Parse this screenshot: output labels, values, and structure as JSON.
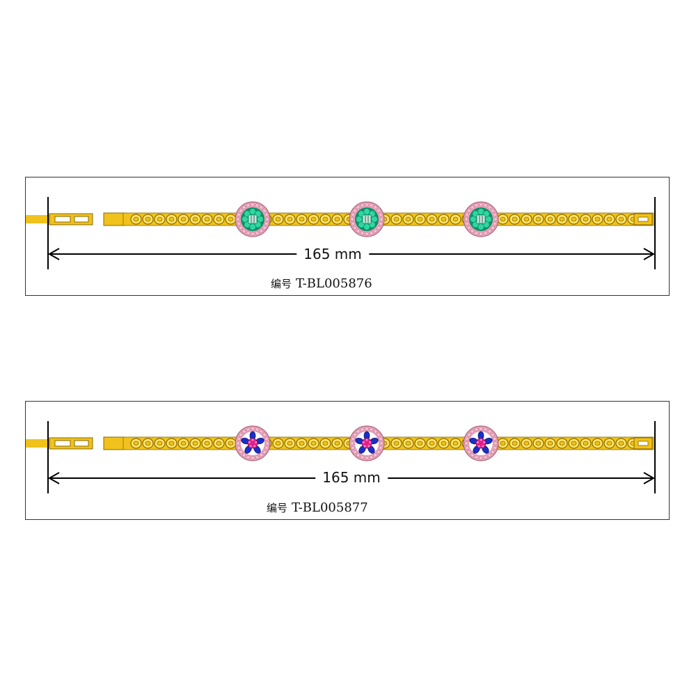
{
  "colors": {
    "gold": "#f0c21b",
    "gold_dark": "#8a6a00",
    "gold_light": "#ffe36a",
    "pink_rim": "#e8a0b8",
    "mint": "#2fd6a0",
    "mint_dark": "#0f8f68",
    "blue": "#1b2fc8",
    "magenta": "#e0208a",
    "line": "#000000"
  },
  "items": [
    {
      "dimension_label": "165 mm",
      "code_prefix": "编号",
      "code": "T-BL005876",
      "stone_style": "mint-flower",
      "charm_count": 3
    },
    {
      "dimension_label": "165 mm",
      "code_prefix": "编号",
      "code": "T-BL005877",
      "stone_style": "blue-pink-flower",
      "charm_count": 3
    }
  ]
}
